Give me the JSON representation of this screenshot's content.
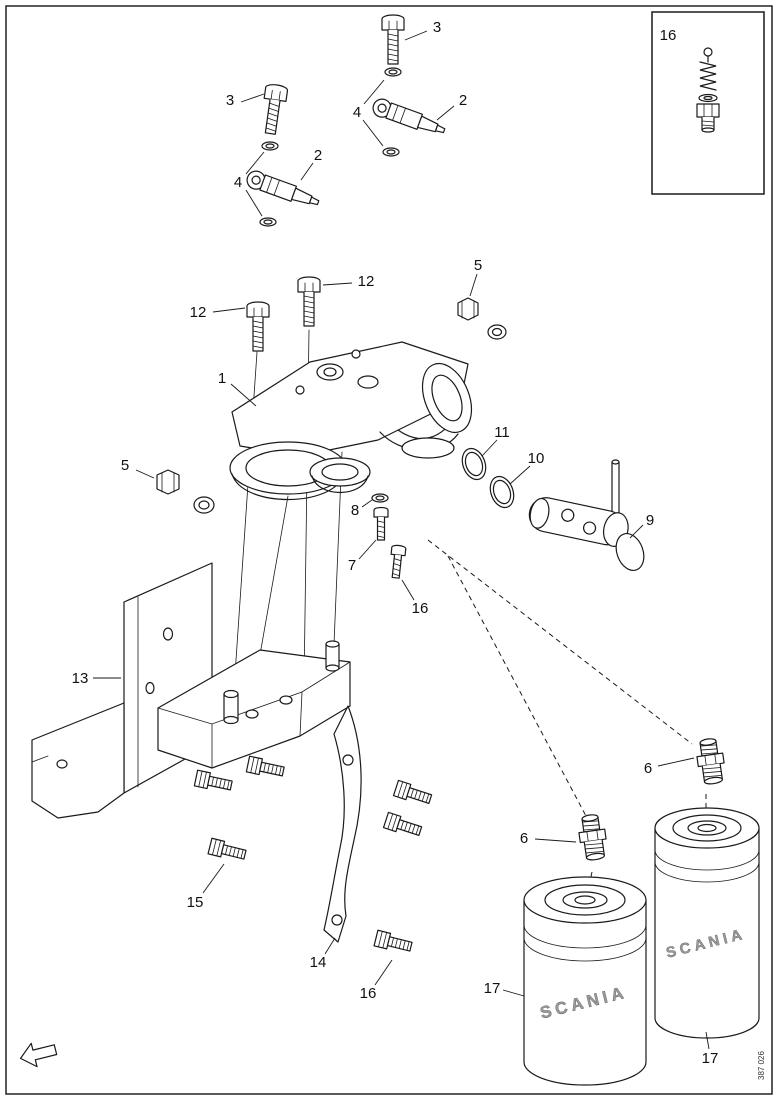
{
  "page": {
    "footer_code": "387 026"
  },
  "diagram": {
    "type": "exploded-parts-diagram",
    "brand_text": "SCANIA",
    "inset_label": "16",
    "callouts": [
      {
        "label": "3"
      },
      {
        "label": "2"
      },
      {
        "label": "4"
      },
      {
        "label": "3"
      },
      {
        "label": "2"
      },
      {
        "label": "4"
      },
      {
        "label": "12"
      },
      {
        "label": "12"
      },
      {
        "label": "5"
      },
      {
        "label": "1"
      },
      {
        "label": "5"
      },
      {
        "label": "11"
      },
      {
        "label": "10"
      },
      {
        "label": "9"
      },
      {
        "label": "8"
      },
      {
        "label": "7"
      },
      {
        "label": "16"
      },
      {
        "label": "13"
      },
      {
        "label": "15"
      },
      {
        "label": "14"
      },
      {
        "label": "16"
      },
      {
        "label": "6"
      },
      {
        "label": "6"
      },
      {
        "label": "17"
      },
      {
        "label": "17"
      }
    ]
  }
}
